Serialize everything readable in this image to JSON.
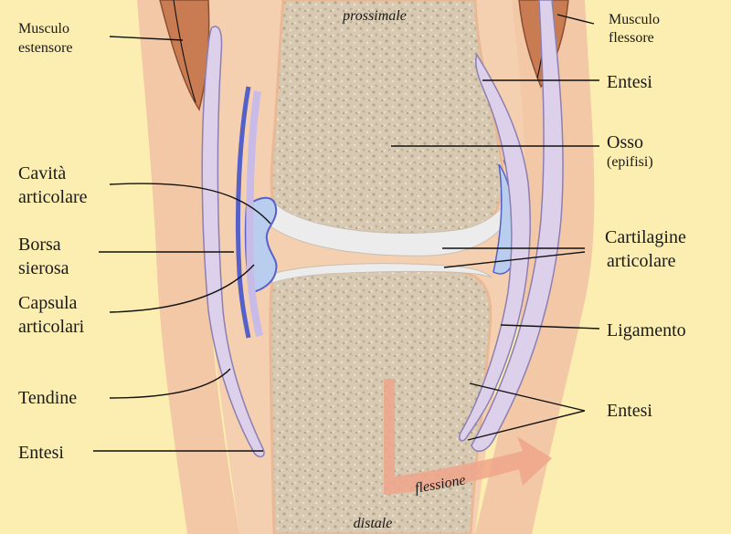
{
  "labels": {
    "proximal": "prossimale",
    "distal": "distale",
    "flexion": "flessione",
    "extensor_muscle": [
      "Musculo",
      "estensore"
    ],
    "flexor_muscle": [
      "Musculo",
      "flessore"
    ],
    "enthesis_top": "Entesi",
    "bone": "Osso",
    "bone_sub": "(epifisi)",
    "joint_cavity": [
      "Cavità",
      "articolare"
    ],
    "bursa": [
      "Borsa",
      "sierosa"
    ],
    "articular_cartilage": [
      "Cartilagine",
      "articolare"
    ],
    "capsule": [
      "Capsula",
      "articolari"
    ],
    "ligament": "Ligamento",
    "tendon": "Tendine",
    "enthesis_bottom_right": "Entesi",
    "enthesis_bottom_left": "Entesi"
  },
  "colors": {
    "skin": "#fbeeb0",
    "soft_tissue": "#f2c8a6",
    "bone_fill": "#d9cbb3",
    "cartilage": "#ececec",
    "synovial": "#b9cdef",
    "capsule_border": "#5560c8",
    "tendon": "#dcd0ea",
    "muscle": "#c97c52",
    "arrow": "#f0a58a"
  }
}
